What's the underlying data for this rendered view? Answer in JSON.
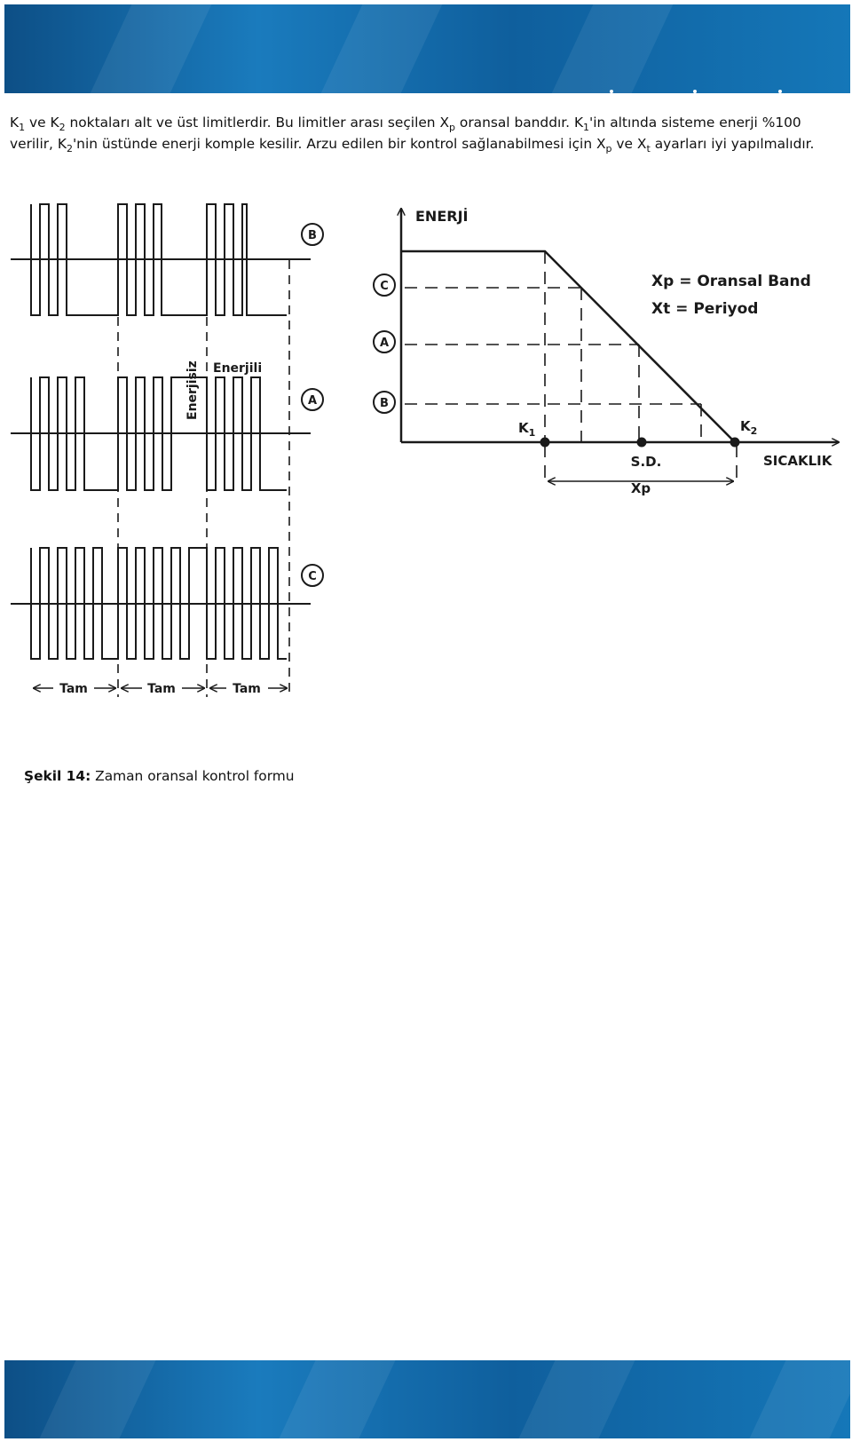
{
  "banner": {
    "accent": "#1a7bbd"
  },
  "paragraph": {
    "K": "K",
    "sub1": "1",
    "sub2": "2",
    "X": "X",
    "subp": "p",
    "subt": "t",
    "s1": "ve",
    "s2": "noktaları alt ve üst limitlerdir. Bu limitler arası seçilen",
    "s3": "oransal banddır.",
    "s4": "'in altında sisteme enerji %100 verilir,",
    "s5": "'nin üstünde enerji komple kesilir. Arzu edilen bir kontrol sağlanabilmesi için",
    "s6": "ve",
    "s7": "ayarları iyi yapılmalıdır."
  },
  "waveform": {
    "rows": [
      "B",
      "A",
      "C"
    ],
    "energy_off_label": "Enerjisiz",
    "energy_on_label": "Enerjili",
    "period_label": "Tam"
  },
  "graph": {
    "y_label": "ENERJİ",
    "x_label": "SICAKLIK",
    "levels": [
      "C",
      "A",
      "B"
    ],
    "k1": "K",
    "k1_sub": "1",
    "k2": "K",
    "k2_sub": "2",
    "sd": "S.D.",
    "xp": "Xp",
    "legend_xp": "Xp = Oransal Band",
    "legend_xt": "Xt = Periyod"
  },
  "caption": {
    "label": "Şekil 14:",
    "text": "Zaman oransal kontrol formu"
  }
}
